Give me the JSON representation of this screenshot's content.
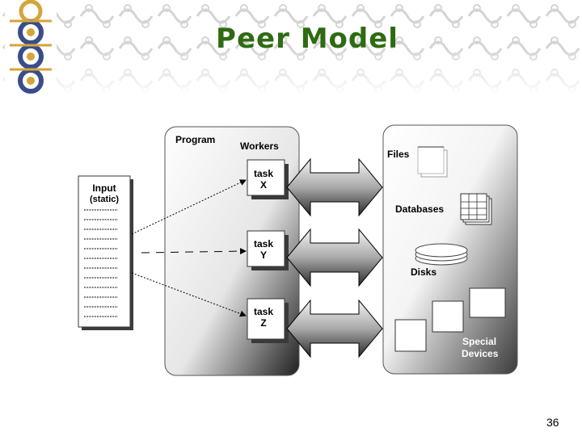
{
  "slide": {
    "title": "Peer Model",
    "page_number": "36"
  },
  "diagram": {
    "program_label": "Program",
    "workers_label": "Workers",
    "input_label_line1": "Input",
    "input_label_line2": "(static)",
    "tasks": [
      {
        "line1": "task",
        "line2": "X"
      },
      {
        "line1": "task",
        "line2": "Y"
      },
      {
        "line1": "task",
        "line2": "Z"
      }
    ],
    "resources": {
      "files": "Files",
      "databases": "Databases",
      "disks": "Disks",
      "special_line1": "Special",
      "special_line2": "Devices"
    }
  },
  "colors": {
    "title": "#2e6b12",
    "pattern": "#c9cbc7",
    "pattern_blue": "#3a4d8a",
    "pattern_gold": "#d4a53a"
  }
}
